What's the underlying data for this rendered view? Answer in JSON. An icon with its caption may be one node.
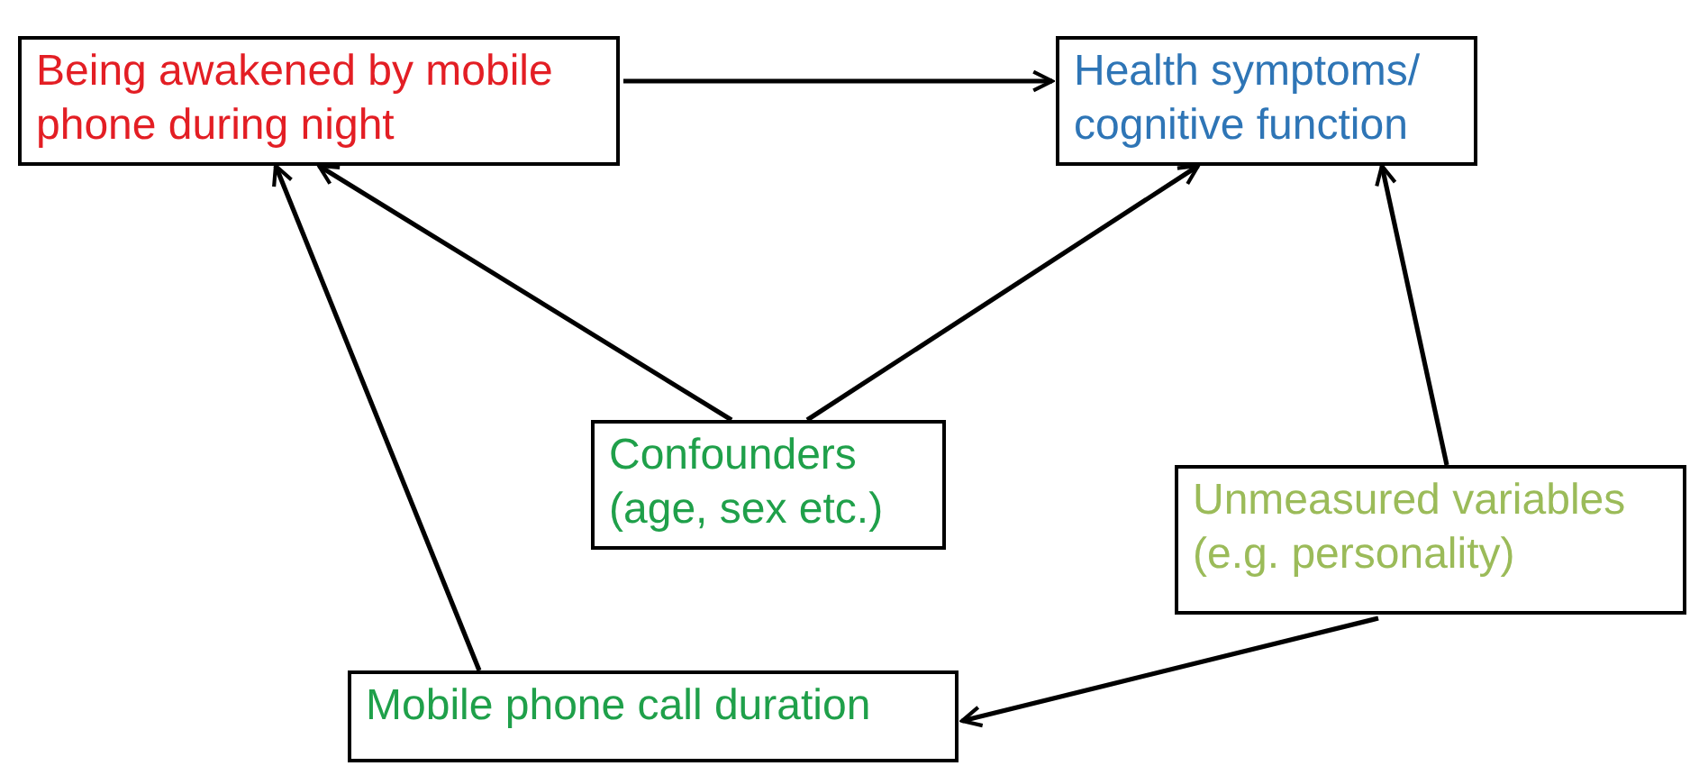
{
  "diagram": {
    "nodes": [
      {
        "text": [
          "Being awakened by mobile phone during night"
        ]
      },
      {
        "text": [
          "Health symptoms/ cognitive function"
        ]
      },
      {
        "text": [
          "Confounders (age, sex etc.)"
        ]
      },
      {
        "text": [
          "Unmeasured variables (e.g. personality)"
        ]
      },
      {
        "text": [
          "Mobile phone call duration"
        ]
      }
    ],
    "edges": [
      {
        "from": 0,
        "to": 1,
        "arrow": "to"
      },
      {
        "from": 2,
        "to": 0,
        "arrow": "to"
      },
      {
        "from": 2,
        "to": 1,
        "arrow": "to"
      },
      {
        "from": 4,
        "to": 0,
        "arrow": "to"
      },
      {
        "from": 3,
        "to": 1,
        "arrow": "to"
      },
      {
        "from": 3,
        "to": 4,
        "arrow": "to"
      }
    ]
  }
}
